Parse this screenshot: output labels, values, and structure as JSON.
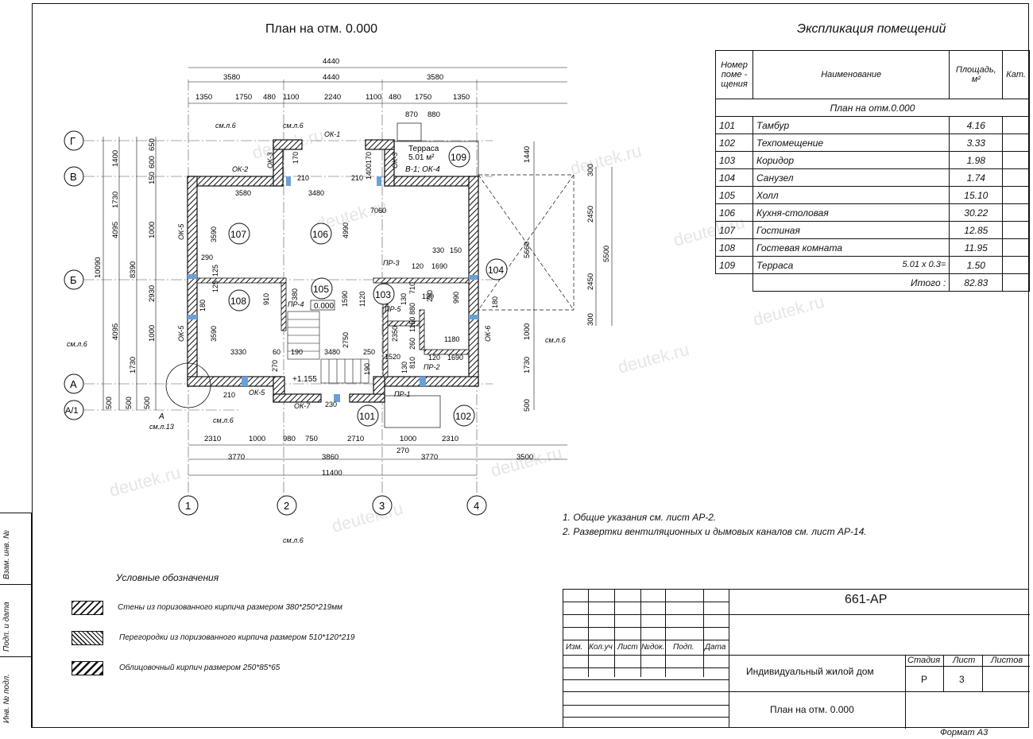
{
  "plan_title": "План на отм. 0.000",
  "explication": {
    "title": "Экспликация помещений",
    "headers": {
      "number": "Номер поме - щения",
      "name": "Наименование",
      "area": "Площадь, м²",
      "cat": "Кат."
    },
    "section": "План на отм.0.000",
    "rows": [
      {
        "no": "101",
        "name": "Тамбур",
        "area": "4.16"
      },
      {
        "no": "102",
        "name": "Техпомещение",
        "area": "3.33"
      },
      {
        "no": "103",
        "name": "Коридор",
        "area": "1.98"
      },
      {
        "no": "104",
        "name": "Санузел",
        "area": "1.74"
      },
      {
        "no": "105",
        "name": "Холл",
        "area": "15.10"
      },
      {
        "no": "106",
        "name": "Кухня-столовая",
        "area": "30.22"
      },
      {
        "no": "107",
        "name": "Гостиная",
        "area": "12.85"
      },
      {
        "no": "108",
        "name": "Гостевая комната",
        "area": "11.95"
      },
      {
        "no": "109",
        "name": "Терраса",
        "formula": "5.01 x 0.3=",
        "area": "1.50"
      }
    ],
    "total_label": "Итого :",
    "total": "82.83"
  },
  "notes": [
    "1.  Общие указания см. лист АР-2.",
    "2.  Развертки вентиляционных и дымовых каналов см. лист АР-14."
  ],
  "legend": {
    "title": "Условные обозначения",
    "items": [
      "Стены из поризованного кирпича размером 380*250*219мм",
      "Перегородки из поризованного кирпича размером 510*120*219",
      "Облицовочный кирпич размером 250*85*65"
    ]
  },
  "sidebar_labels": [
    "Взам. инв. №",
    "Подп. и дата",
    "Инв. № подл."
  ],
  "title_block": {
    "code": "661-АР",
    "cols": [
      "Изм.",
      "Кол.уч",
      "Лист",
      "№док.",
      "Подп.",
      "Дата"
    ],
    "project": "Индивидуальный жилой дом",
    "sheet_title": "План на отм. 0.000",
    "stage_label": "Стадия",
    "sheet_label": "Лист",
    "sheets_label": "Листов",
    "stage": "Р",
    "sheet": "3",
    "sheets": ""
  },
  "format": "Формат А3",
  "drawing": {
    "axes_h": [
      "1",
      "2",
      "3",
      "4"
    ],
    "axes_v": [
      "Г",
      "В",
      "Б",
      "А",
      "А/1"
    ],
    "rooms": [
      "101",
      "102",
      "103",
      "104",
      "105",
      "106",
      "107",
      "108",
      "109"
    ],
    "level_mark": "0.000",
    "level_mark2": "+1.155",
    "terrace_label": "Терраса",
    "terrace_area": "5.01 м²",
    "terrace_note": "В-1; ОК-4",
    "section_ref": "см.л.6",
    "detail_ref": "А",
    "detail_sheet": "см.л.13",
    "dims_top": [
      "4440",
      "3580",
      "4440",
      "3580",
      "1350",
      "1750",
      "480",
      "1100",
      "2240",
      "1100",
      "480",
      "1750",
      "1350",
      "870",
      "880"
    ],
    "dims_bottom": [
      "2310",
      "1000",
      "980",
      "750",
      "2710",
      "1000",
      "2310",
      "270",
      "3770",
      "3860",
      "3770",
      "3500",
      "11400"
    ],
    "dims_left": [
      "1400",
      "1730",
      "4095",
      "8390",
      "10090",
      "4095",
      "1730",
      "500",
      "500",
      "500",
      "1000",
      "2930",
      "1000",
      "150",
      "600",
      "650"
    ],
    "dims_right": [
      "1440",
      "300",
      "2450",
      "5500",
      "2450",
      "300",
      "1000",
      "1730",
      "500",
      "5660"
    ],
    "dims_inner": [
      "3580",
      "3480",
      "7060",
      "3590",
      "4990",
      "210",
      "210",
      "170",
      "170",
      "1400",
      "3590",
      "3330",
      "3480",
      "2750",
      "1590",
      "1120",
      "2350",
      "1520",
      "1180",
      "1690",
      "1690",
      "330",
      "150",
      "120",
      "910",
      "380",
      "290",
      "125",
      "125",
      "180",
      "60",
      "190",
      "270",
      "230",
      "210",
      "250",
      "190",
      "130",
      "120",
      "250",
      "990",
      "710",
      "880",
      "1150",
      "260",
      "810",
      "130",
      "120",
      "180"
    ],
    "openings": [
      "ОК-1",
      "ОК-2",
      "ОК-3",
      "ОК-3",
      "ОК-5",
      "ОК-5",
      "ОК-5",
      "ОК-6",
      "ОК-7",
      "ПР-1",
      "ПР-2",
      "ПР-3",
      "ПР-4",
      "ПР-5"
    ],
    "watermark": "deutek.ru"
  }
}
